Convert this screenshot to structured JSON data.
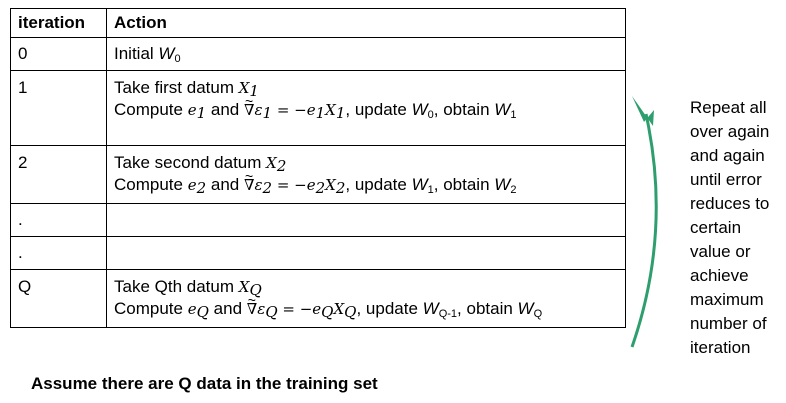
{
  "table": {
    "headers": {
      "iteration": "iteration",
      "action": "Action"
    },
    "rows": [
      {
        "iteration": "0",
        "line1": "Initial",
        "w0": "W",
        "w0_sub": "0"
      },
      {
        "iteration": "1",
        "line1": "Take first datum",
        "x": "X",
        "x_sub": "1",
        "compute": "Compute",
        "e_sub": "1",
        "and": "and",
        "grad_sub": "1",
        "eq": "= −",
        "rhs_e_sub": "1",
        "rhs_x_sub": "1",
        "update": ", update",
        "w_old_sub": "0",
        "obtain": ", obtain",
        "w_new_sub": "1"
      },
      {
        "iteration": "2",
        "line1": "Take second datum",
        "x": "X",
        "x_sub": "2",
        "compute": "Compute",
        "e_sub": "2",
        "and": "and",
        "grad_sub": "2",
        "eq": "= −",
        "rhs_e_sub": "2",
        "rhs_x_sub": "2",
        "update": ", update",
        "w_old_sub": "1",
        "obtain": ", obtain",
        "w_new_sub": "2"
      },
      {
        "iteration": "."
      },
      {
        "iteration": "."
      },
      {
        "iteration": "Q",
        "line1": "Take Qth datum",
        "x": "X",
        "x_sub": "Q",
        "compute": "Compute",
        "e_sub": "Q",
        "and": "and",
        "grad_sub": "Q",
        "eq": "= −",
        "rhs_e_sub": "Q",
        "rhs_x_sub": "Q",
        "update": ", update",
        "w_old_sub": "Q-1",
        "obtain": ", obtain",
        "w_new_sub": "Q"
      }
    ]
  },
  "symbols": {
    "e": "e",
    "nabla": "∇",
    "tilde": "~",
    "epsilon": "ε",
    "W": "W",
    "X": "X"
  },
  "note_lines": [
    "Repeat all",
    "over again",
    "and again",
    "until error",
    "reduces to",
    "certain",
    "value or",
    "achieve",
    "maximum",
    "number of",
    "iteration"
  ],
  "footer": "Assume there are Q data in the training set",
  "colors": {
    "arrow": "#2f9e6e"
  }
}
